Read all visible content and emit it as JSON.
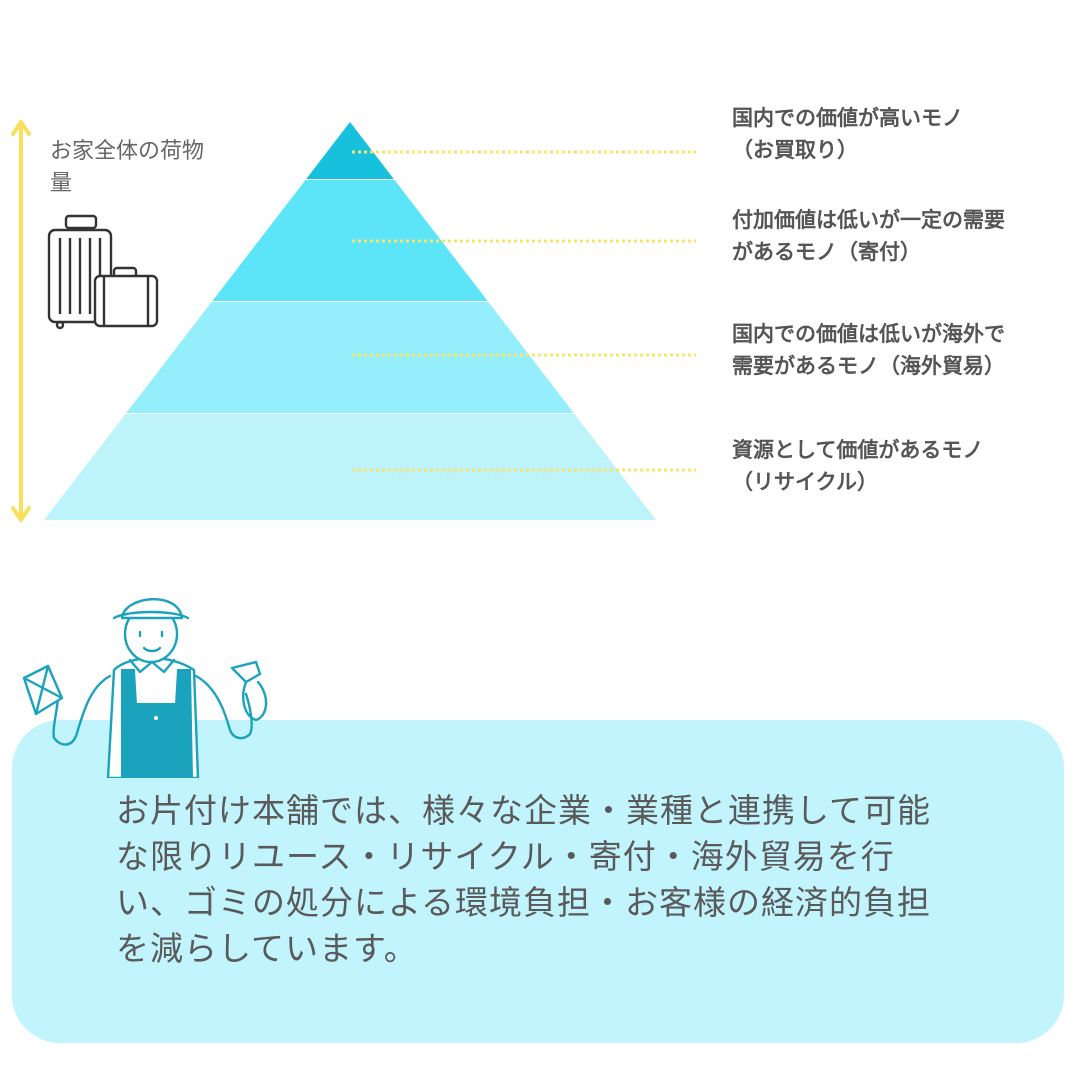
{
  "side_label": "お家全体の荷物量",
  "tiers": [
    {
      "label": "国内での価値が高いモノ（お買取り）",
      "color": "#17c0dc"
    },
    {
      "label": "付加価値は低いが一定の需要があるモノ（寄付）",
      "color": "#5ce4f8"
    },
    {
      "label": "国内での価値は低いが海外で需要があるモノ（海外貿易）",
      "color": "#95eefb"
    },
    {
      "label": "資源として価値があるモノ（リサイクル）",
      "color": "#bdf4fc"
    }
  ],
  "tier_lines": [
    [
      "国内での価値が高いモノ",
      "（お買取り）"
    ],
    [
      "付加価値は低いが一定の需要",
      "があるモノ（寄付）"
    ],
    [
      "国内での価値は低いが海外で",
      "需要があるモノ（海外貿易）"
    ],
    [
      "資源として価値があるモノ",
      "（リサイクル）"
    ]
  ],
  "arrow_color": "#f9e05c",
  "dotted_line_color": "#f7e56a",
  "info": {
    "lines": [
      "お片付け本舗では、様々な企業・業種と連携して可能",
      "な限りリユース・リサイクル・寄付・海外貿易を行",
      "い、ゴミの処分による環境負担・お客様の経済的負担",
      "を減らしています。"
    ],
    "background": "#c2f4fe"
  },
  "icons": [
    "luggage-icon",
    "worker-illustration"
  ]
}
